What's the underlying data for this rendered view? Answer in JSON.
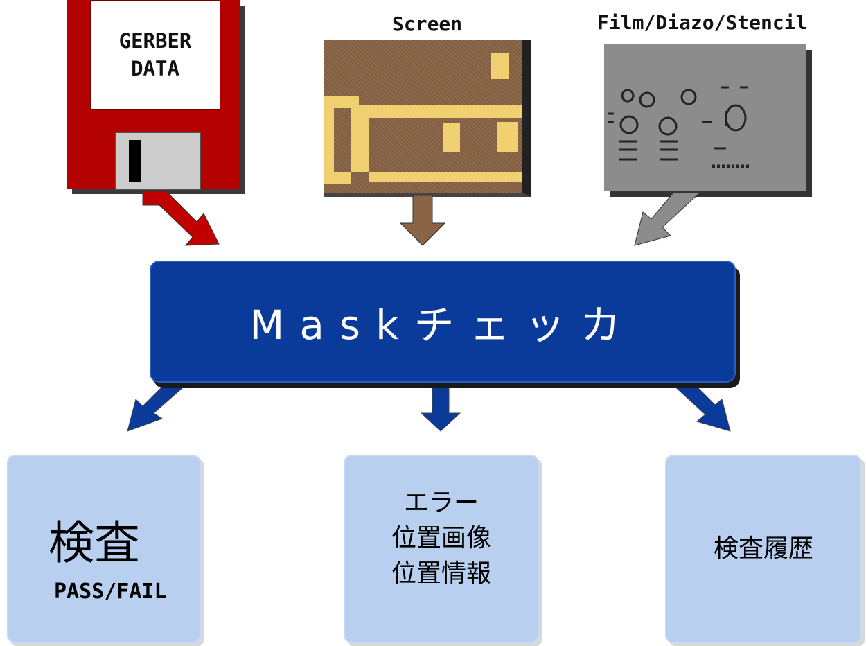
{
  "sources": {
    "floppy": {
      "label_line1": "GERBER",
      "label_line2": "DATA",
      "color": "#b30000"
    },
    "screen": {
      "title": "Screen",
      "color": "#8a6444",
      "pattern_color": "#f0d070"
    },
    "film": {
      "title": "Film/Diazo/Stencil",
      "color": "#8c8c8c"
    }
  },
  "center": {
    "label": "Maskチェッカ",
    "color": "#0a3a9a"
  },
  "outputs": [
    {
      "lines": [
        "検査",
        "PASS/FAIL"
      ]
    },
    {
      "lines": [
        "エラー",
        "位置画像",
        "位置情報"
      ]
    },
    {
      "lines": [
        "検査履歴"
      ]
    }
  ],
  "colors": {
    "output_box": "#b8cff0",
    "arrow_red": "#c00000",
    "arrow_brown": "#8a6444",
    "arrow_gray": "#8c8c8c",
    "arrow_blue": "#0a3a9a"
  }
}
